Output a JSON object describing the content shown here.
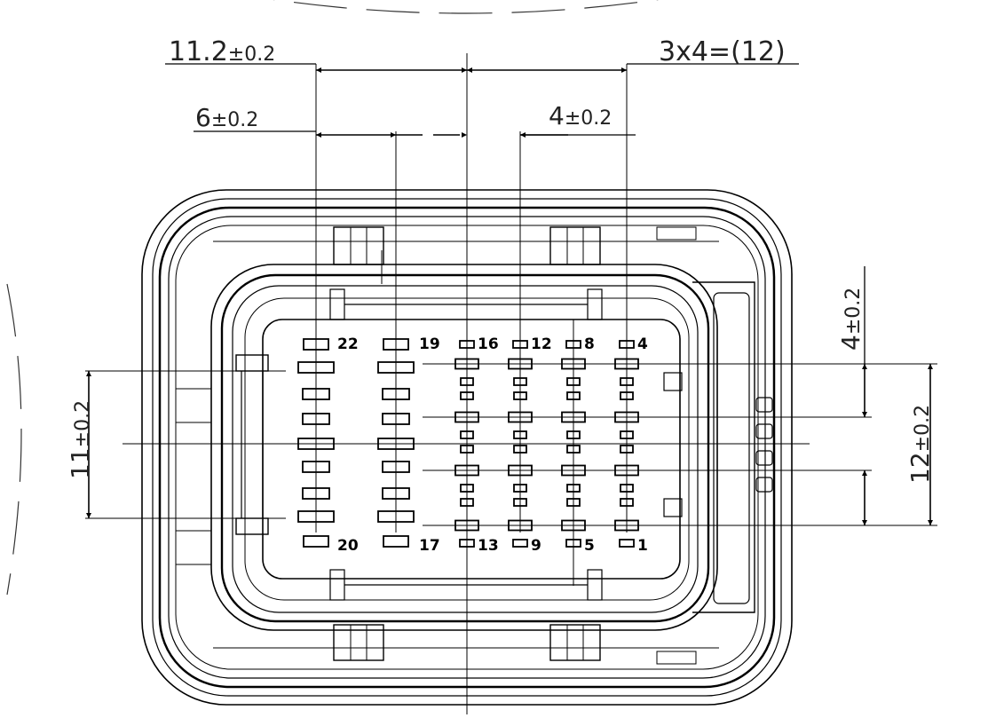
{
  "dimensions": {
    "top_outer_left": "11.2",
    "top_outer_left_tol": "±0.2",
    "top_outer_right": "3x4=(12)",
    "top_inner_left": "6",
    "top_inner_left_tol": "±0.2",
    "top_inner_right": "4",
    "top_inner_right_tol": "±0.2",
    "left_vertical": "11",
    "left_vertical_tol": "±0.2",
    "right_vertical_inner": "4",
    "right_vertical_inner_tol": "±0.2",
    "right_vertical_outer": "12",
    "right_vertical_outer_tol": "±0.2"
  },
  "pin_labels": {
    "top": [
      "22",
      "19",
      "16",
      "12",
      "8",
      "4"
    ],
    "bottom": [
      "20",
      "17",
      "13",
      "9",
      "5",
      "1"
    ]
  }
}
